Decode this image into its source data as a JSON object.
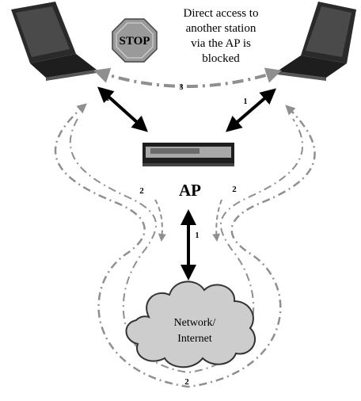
{
  "stop_sign": {
    "text": "STOP"
  },
  "blocked_note": {
    "lines": [
      "Direct access to",
      "another station",
      "via the AP is",
      "blocked"
    ]
  },
  "ap": {
    "label": "AP"
  },
  "network": {
    "lines": [
      "Network/",
      "Internet"
    ]
  },
  "paths": {
    "laptop_to_ap": "1",
    "ap_to_network": "1",
    "relay_path": "2",
    "direct_path": "3"
  },
  "colors": {
    "line_dark": "#000000",
    "dashed_gray": "#8f8f8f",
    "cloud_fill": "#cdcdcd",
    "stop_fill": "#9a9a9a",
    "laptop_dark": "#2a2a2a"
  },
  "icons": [
    "laptop-icon",
    "stop-sign-icon",
    "access-point-icon",
    "cloud-icon"
  ]
}
